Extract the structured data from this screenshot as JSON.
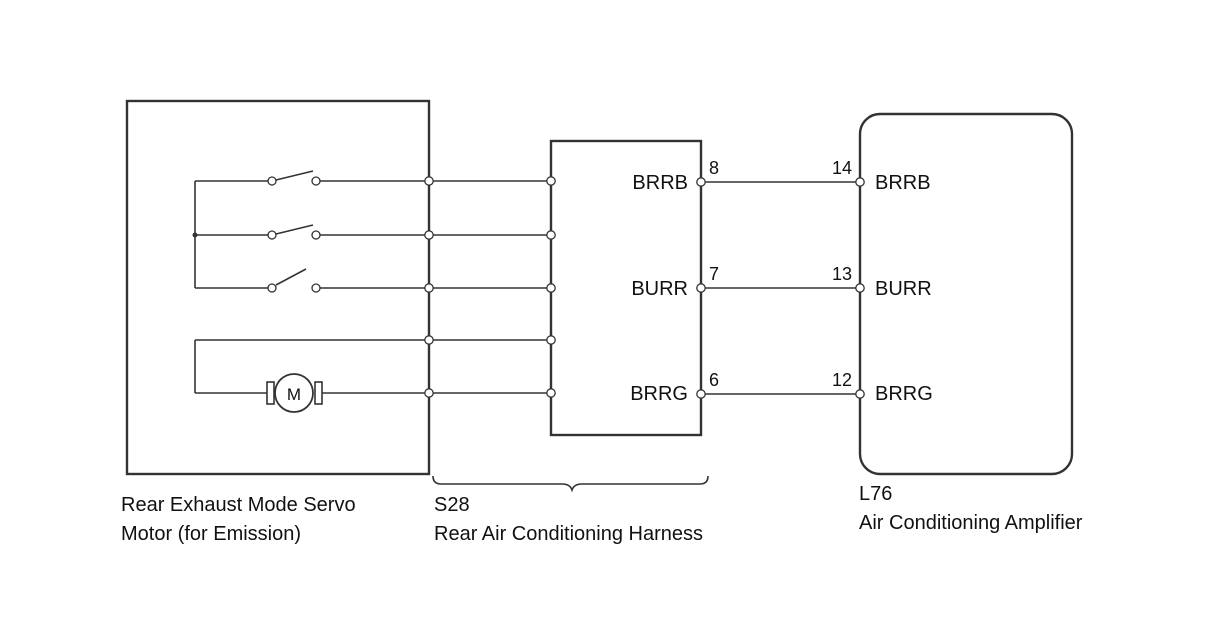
{
  "servo_motor": {
    "name_line1": "Rear Exhaust Mode Servo",
    "name_line2": "Motor (for Emission)",
    "motor_symbol": "M"
  },
  "harness": {
    "code": "S28",
    "name": "Rear Air Conditioning Harness",
    "signals": [
      {
        "label": "BRRB",
        "pin": "8"
      },
      {
        "label": "BURR",
        "pin": "7"
      },
      {
        "label": "BRRG",
        "pin": "6"
      }
    ]
  },
  "amplifier": {
    "code": "L76",
    "name": "Air Conditioning Amplifier",
    "signals": [
      {
        "label": "BRRB",
        "pin": "14"
      },
      {
        "label": "BURR",
        "pin": "13"
      },
      {
        "label": "BRRG",
        "pin": "12"
      }
    ]
  }
}
